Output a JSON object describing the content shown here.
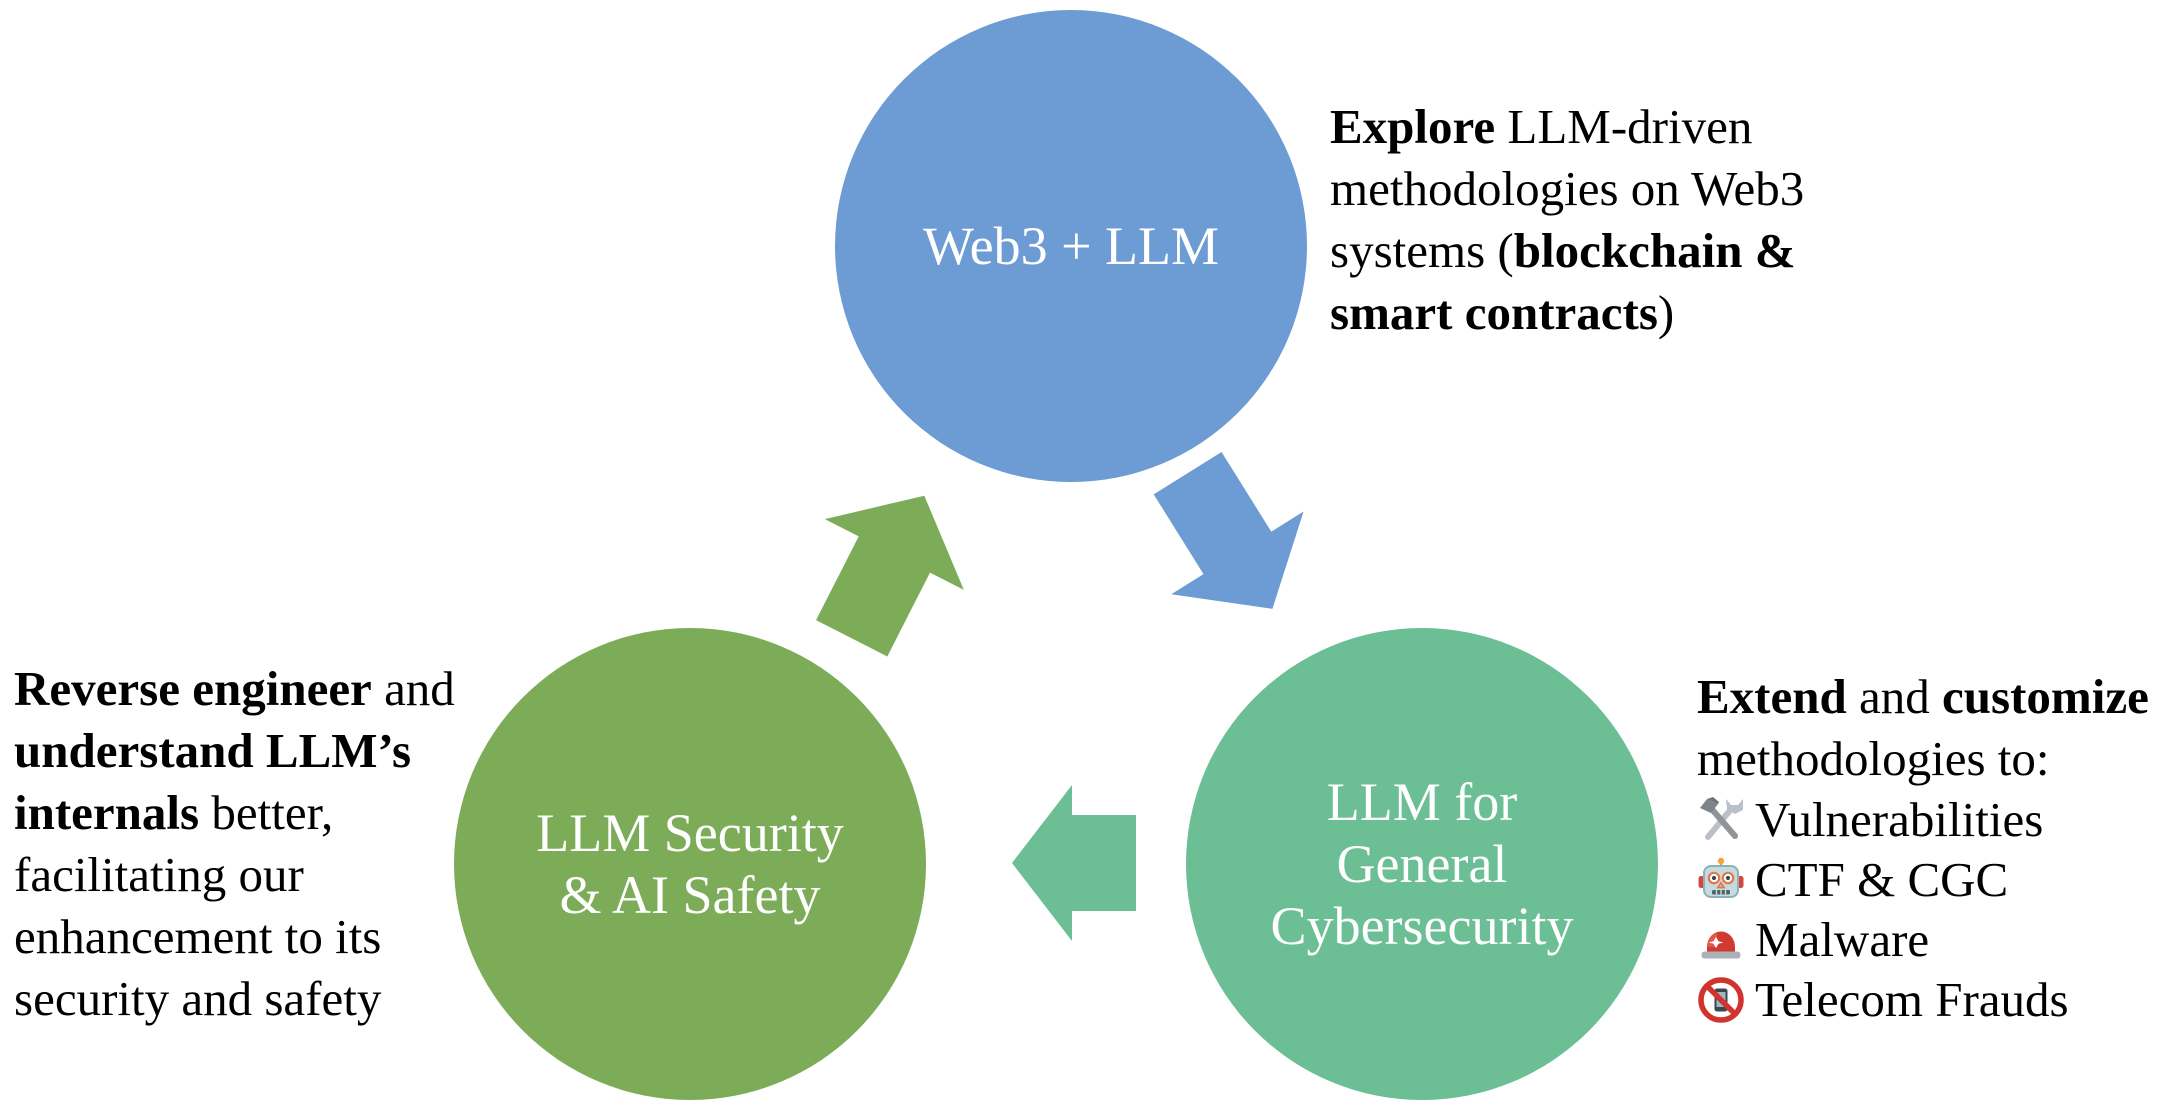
{
  "colors": {
    "blue": "#6d9bd3",
    "olive": "#7dac59",
    "seagreen": "#6cbe95",
    "text": "#000000",
    "circle_text": "#ffffff",
    "background": "#ffffff"
  },
  "circles": {
    "top": {
      "label": "Web3 + LLM"
    },
    "left": {
      "label": "LLM Security\n& AI Safety"
    },
    "right": {
      "label": "LLM for\nGeneral\nCybersecurity"
    }
  },
  "annotations": {
    "top_right": {
      "lines": [
        [
          {
            "t": "Explore",
            "b": true
          },
          {
            "t": " LLM-driven",
            "b": false
          }
        ],
        [
          {
            "t": "methodologies on Web3",
            "b": false
          }
        ],
        [
          {
            "t": "systems (",
            "b": false
          },
          {
            "t": "blockchain &",
            "b": true
          }
        ],
        [
          {
            "t": "smart contracts",
            "b": true
          },
          {
            "t": ")",
            "b": false
          }
        ]
      ]
    },
    "left": {
      "lines": [
        [
          {
            "t": "Reverse engineer",
            "b": true
          },
          {
            "t": " and",
            "b": false
          }
        ],
        [
          {
            "t": "understand LLM’s",
            "b": true
          }
        ],
        [
          {
            "t": "internals",
            "b": true
          },
          {
            "t": " better,",
            "b": false
          }
        ],
        [
          {
            "t": "facilitating our",
            "b": false
          }
        ],
        [
          {
            "t": "enhancement to its",
            "b": false
          }
        ],
        [
          {
            "t": "security and safety",
            "b": false
          }
        ]
      ]
    },
    "right": {
      "intro_lines": [
        [
          {
            "t": "Extend",
            "b": true
          },
          {
            "t": " and ",
            "b": false
          },
          {
            "t": "customize",
            "b": true
          }
        ],
        [
          {
            "t": "methodologies to:",
            "b": false
          }
        ]
      ],
      "items": [
        {
          "icon": "hammer-wrench-icon",
          "label": "Vulnerabilities"
        },
        {
          "icon": "robot-icon",
          "label": "CTF & CGC"
        },
        {
          "icon": "siren-icon",
          "label": "Malware"
        },
        {
          "icon": "no-phone-icon",
          "label": "Telecom Frauds"
        }
      ]
    }
  }
}
